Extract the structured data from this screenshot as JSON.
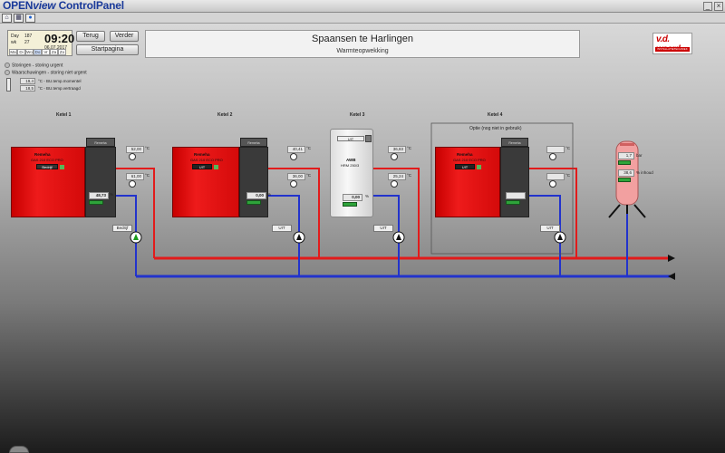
{
  "window": {
    "title_prefix": "OPEN",
    "title_italic": "view",
    "title_suffix": " ControlPanel"
  },
  "toolbar_icons": [
    "home-icon",
    "grid-icon",
    "globe-icon"
  ],
  "clock": {
    "day_label": "Day",
    "day_value": "187",
    "wk_label": "wk",
    "wk_value": "27",
    "time": "09:20",
    "date": "06.07.2017",
    "days": [
      "Ma",
      "Di",
      "Wo",
      "Do",
      "Vr",
      "Za",
      "Zo"
    ],
    "active_day": "Do"
  },
  "nav": {
    "back": "Terug",
    "forward": "Verder",
    "home": "Startpagina"
  },
  "header": {
    "title": "Spaansen te Harlingen",
    "subtitle": "Warmteopwekking"
  },
  "logo": {
    "main": "v.d. weerd",
    "sub": "INSTALLATIETECHNIEK"
  },
  "legend": {
    "urgent": "Storingen - storing urgent",
    "nonurgent": "Waarschuwingen - storing niet urgent",
    "temp_actual_value": "19,4",
    "temp_actual_label": "°C - BU.temp.momentel",
    "temp_delayed_value": "18,5",
    "temp_delayed_label": "°C - BU.temp.vertraagd"
  },
  "ketels": [
    {
      "label": "Ketel 1",
      "brand": "Remeha",
      "model": "GAS 210 ECO PRO",
      "status": "Bedrijf",
      "supply": "52,00",
      "return": "61,00",
      "modulation": "48,73",
      "pump_status": "Bedrijf"
    },
    {
      "label": "Ketel 2",
      "brand": "Remeha",
      "model": "GAS 210 ECO PRO",
      "status": "UIT",
      "supply": "40,41",
      "return": "36,00",
      "modulation": "0,00",
      "pump_status": "UIT"
    },
    {
      "label": "Ketel 3",
      "brand": "AWB",
      "model": "HRM 250/3",
      "status": "UIT",
      "supply": "36,83",
      "return": "25,24",
      "modulation": "0,00",
      "pump_status": "UIT"
    },
    {
      "label": "Ketel 4",
      "brand": "Remeha",
      "model": "GAS 210 ECO PRO",
      "status": "UIT",
      "supply": "",
      "return": "",
      "modulation": "",
      "pump_status": "UIT"
    }
  ],
  "ketel4_note": "Optie (nog niet in gebruik)",
  "buffer": {
    "pressure_value": "1,7",
    "pressure_unit": "bar",
    "content_value": "38,6",
    "content_unit": "% inhoud"
  },
  "units": {
    "celsius": "°C",
    "percent": "%"
  },
  "colors": {
    "supply": "#e21b1b",
    "return": "#2233cc"
  }
}
